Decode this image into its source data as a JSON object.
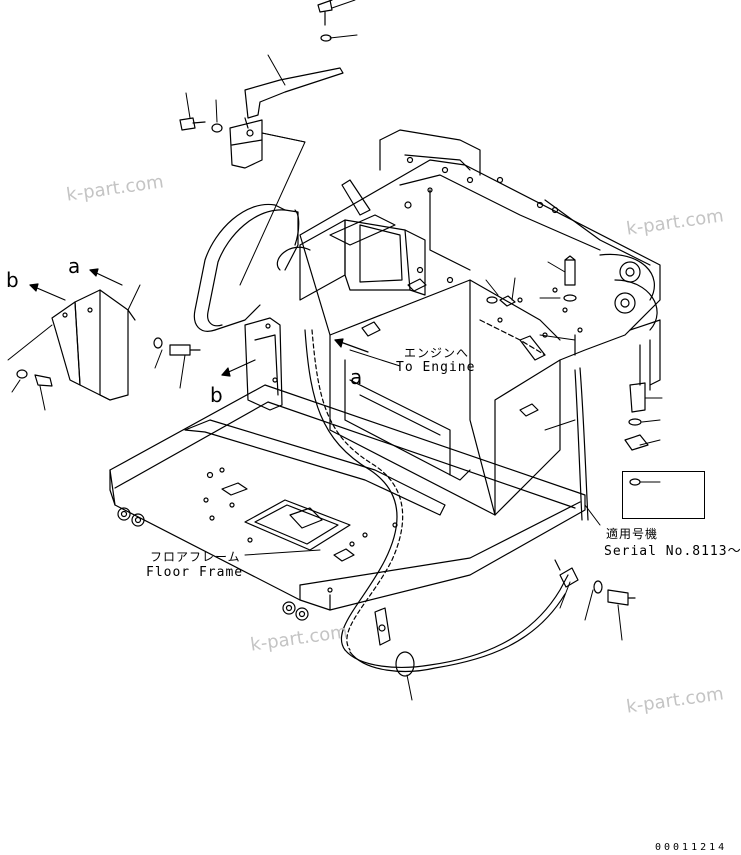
{
  "labels": {
    "engine_jp": "エンジンへ",
    "engine_en": "To Engine",
    "floor_jp": "フロアフレーム",
    "floor_en": "Floor Frame",
    "serial_jp": "適用号機",
    "serial_en": "Serial No.8113～"
  },
  "view_letters": {
    "a_upper": "a",
    "b_upper": "b",
    "a_center": "a",
    "b_lower": "b"
  },
  "watermarks": [
    "k-part.com",
    "k-part.com",
    "k-part.com",
    "k-part.com"
  ],
  "drawing_code": "00011214",
  "colors": {
    "line": "#000000",
    "watermark": "#c4c4c4",
    "background": "#ffffff"
  }
}
